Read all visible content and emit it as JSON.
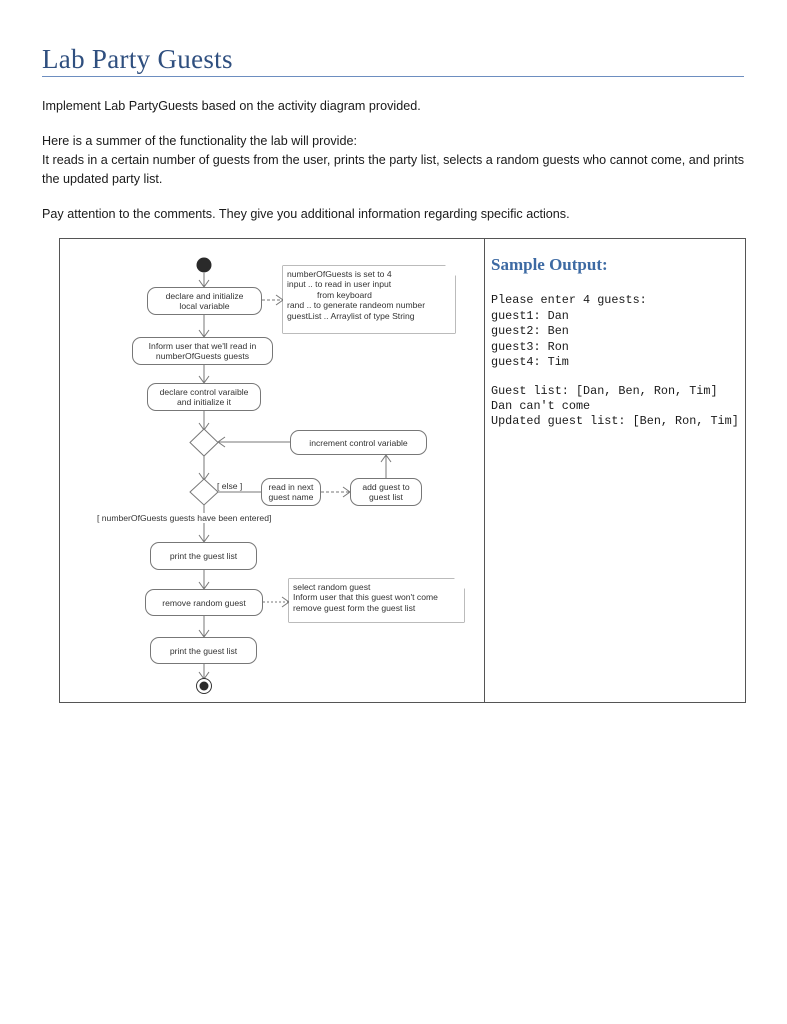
{
  "page": {
    "title": "Lab Party Guests",
    "intro": "Implement Lab PartyGuests based on the activity diagram provided.",
    "summary_lead": "Here is a summer of the functionality the lab will provide:",
    "summary": "It reads in a certain number of guests from the user, prints the party list, selects a random guests who cannot come, and prints the updated party list.",
    "comments_note": "Pay attention to the comments. They give you additional information regarding specific actions."
  },
  "diagram": {
    "nodes": {
      "declare_init": [
        "declare and initialize",
        "local variable"
      ],
      "inform_user": [
        "Inform user that we'll read in",
        "numberOfGuests guests"
      ],
      "declare_control": [
        "declare control varaible",
        "and initialize it"
      ],
      "increment": "increment control variable",
      "read_next": [
        "read in next",
        "guest name"
      ],
      "add_guest": [
        "add guest to",
        "guest list"
      ],
      "print_list_1": "print the guest list",
      "remove_random": "remove random guest",
      "print_list_2": "print the guest list"
    },
    "notes": {
      "variables": [
        "numberOfGuests is set to 4",
        "input .. to read in user input",
        "from keyboard",
        "rand .. to generate randeom number",
        "guestList .. Arraylist of type String"
      ],
      "remove": [
        "select random guest",
        "Inform user that this guest won't come",
        "remove guest form the guest list"
      ]
    },
    "guards": {
      "else": "[ else ]",
      "done": "[ numberOfGuests guests have been entered]"
    }
  },
  "sample_output": {
    "title": "Sample Output:",
    "prompt": "Please enter 4 guests:",
    "inputs": [
      "guest1: Dan",
      "guest2: Ben",
      "guest3: Ron",
      "guest4: Tim"
    ],
    "results": [
      "Guest list: [Dan, Ben, Ron, Tim]",
      "Dan can't come",
      "Updated guest list: [Ben, Ron, Tim]"
    ]
  }
}
